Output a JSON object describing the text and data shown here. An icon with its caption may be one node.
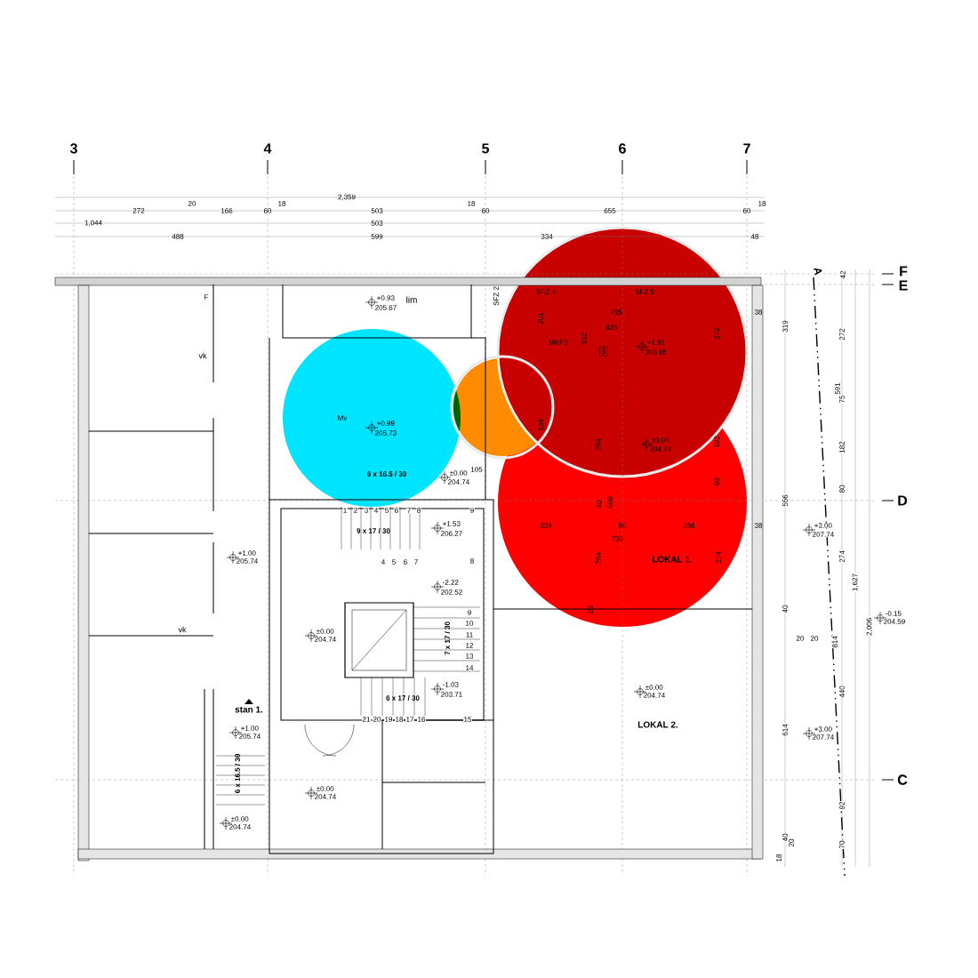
{
  "diagram": {
    "labels": [
      "3",
      "4",
      "5",
      "6",
      "7",
      "2,359",
      "20",
      "18",
      "18",
      "18",
      "272",
      "166",
      "60",
      "503",
      "60",
      "655",
      "60",
      "1,044",
      "503",
      "488",
      "599",
      "334",
      "48",
      "F",
      "E",
      "A",
      "F",
      "+0.93",
      "205.67",
      "lim",
      "SFZ 2",
      "SFZ 4",
      "SFZ 5",
      "735",
      "201",
      "625",
      "332",
      "272",
      "MKP5",
      "5",
      "+1.91",
      "206.65",
      "Mv",
      "+0.99",
      "205.73",
      "159",
      "264",
      "±0.00",
      "204.74",
      "182",
      "6 x 16.5 / 30",
      "±0.00",
      "204.74",
      "105",
      "80",
      "568",
      "40",
      "1",
      "2",
      "3",
      "4",
      "5",
      "6",
      "7",
      "8",
      "9",
      "9 x 17 / 30",
      "+1.53",
      "206.27",
      "4",
      "5",
      "6",
      "7",
      "8",
      "-2.22",
      "202.52",
      "9",
      "10",
      "11",
      "12",
      "13",
      "14",
      "7 x 17 / 30",
      "-1.03",
      "203.71",
      "6 x 17 / 30",
      "21",
      "20",
      "19",
      "18",
      "17",
      "16",
      "15",
      "+1.00",
      "205.74",
      "vk",
      "vk",
      "±0.00",
      "204.74",
      "stan 1.",
      "+1.00",
      "205.74",
      "6 x 16.5 / 30",
      "±0.00",
      "204.74",
      "±0.00",
      "204.74",
      "339",
      "80",
      "286",
      "730",
      "264",
      "274",
      "LOKAL 1.",
      "20",
      "±0.00",
      "204.74",
      "LOKAL 2.",
      "38",
      "319",
      "42",
      "272",
      "591",
      "75",
      "182",
      "80",
      "556",
      "D",
      "38",
      "+3.00",
      "207.74",
      "274",
      "1,627",
      "40",
      "-0.15",
      "204.59",
      "2,006",
      "20",
      "20",
      "814",
      "440",
      "614",
      "+3.00",
      "207.74",
      "C",
      "92",
      "70",
      "40",
      "20",
      "18"
    ]
  }
}
